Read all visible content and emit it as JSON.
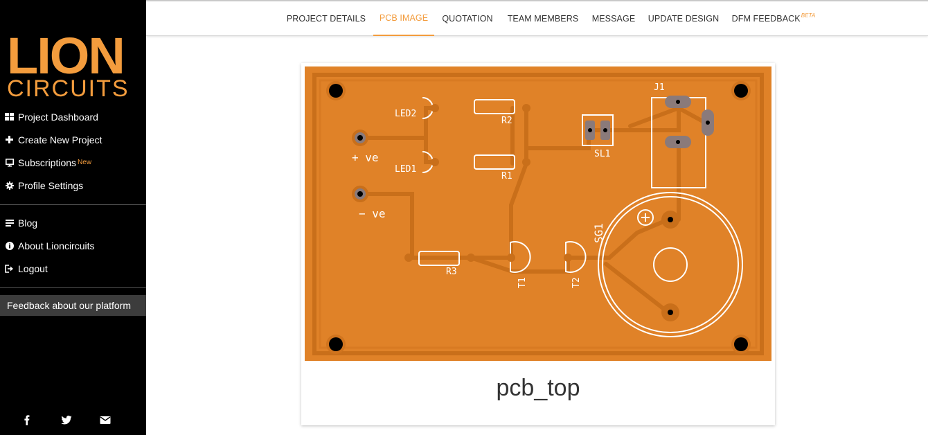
{
  "brand": {
    "line1": "LION",
    "line2": "CIRCUITS",
    "color": "#f39c3d"
  },
  "sidebar": {
    "primary": [
      {
        "label": "Project Dashboard",
        "icon": "dashboard-icon"
      },
      {
        "label": "Create New Project",
        "icon": "plus-icon"
      },
      {
        "label": "Subscriptions",
        "badge": "New",
        "icon": "monitor-icon"
      },
      {
        "label": "Profile Settings",
        "icon": "gear-icon"
      }
    ],
    "secondary": [
      {
        "label": "Blog",
        "icon": "list-icon"
      },
      {
        "label": "About Lioncircuits",
        "icon": "info-icon"
      },
      {
        "label": "Logout",
        "icon": "logout-icon"
      }
    ],
    "feedback": "Feedback about our platform",
    "socials": [
      "facebook-icon",
      "twitter-icon",
      "mail-icon"
    ]
  },
  "tabs": [
    {
      "label": "PROJECT DETAILS"
    },
    {
      "label": "PCB IMAGE",
      "active": true
    },
    {
      "label": "QUOTATION"
    },
    {
      "label": "TEAM MEMBERS"
    },
    {
      "label": "MESSAGE"
    },
    {
      "label": "UPDATE DESIGN"
    },
    {
      "label": "DFM FEEDBACK",
      "badge": "BETA"
    }
  ],
  "pcb": {
    "caption": "pcb_top",
    "board_color": "#e08228",
    "labels": {
      "led2": "LED2",
      "led1": "LED1",
      "r2": "R2",
      "r1": "R1",
      "r3": "R3",
      "plus": "+ ve",
      "minus": "− ve",
      "sl1": "SL1",
      "j1": "J1",
      "t1": "T1",
      "t2": "T2",
      "sg1": "SG1"
    }
  }
}
